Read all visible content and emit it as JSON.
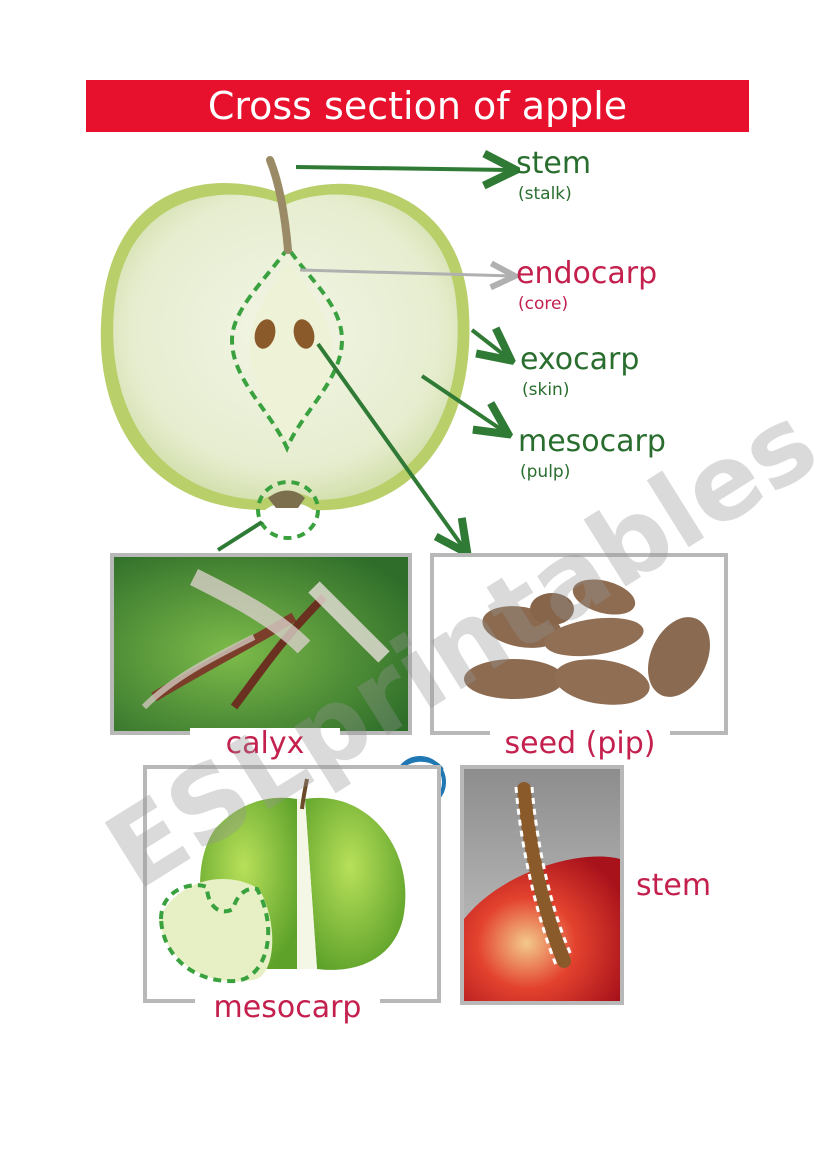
{
  "title": "Cross section of apple",
  "labels": {
    "stem": "stem",
    "stem_sub": "(stalk)",
    "endocarp": "endocarp",
    "endocarp_sub": "(core)",
    "exocarp": "exocarp",
    "exocarp_sub": "(skin)",
    "mesocarp": "mesocarp",
    "mesocarp_sub": "(pulp)"
  },
  "captions": {
    "calyx": "calyx",
    "seed": "seed (pip)",
    "mesocarp": "mesocarp",
    "stem": "stem"
  },
  "watermark": "ESLprintables.com",
  "colors": {
    "title_bg": "#e8112d",
    "label_green": "#2a6e2f",
    "label_red": "#c4204e",
    "frame": "#b8b8b8"
  }
}
